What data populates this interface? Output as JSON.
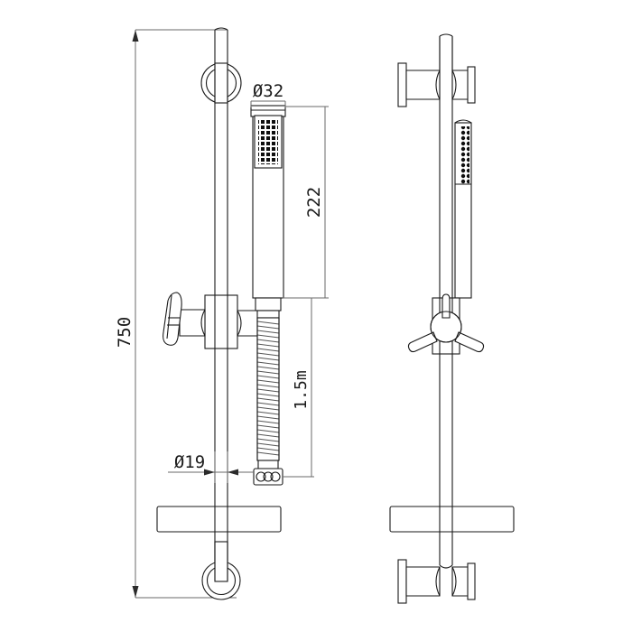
{
  "drawing": {
    "title": "Shower slide rail kit technical drawing",
    "background_color": "#ffffff",
    "line_color": "#1a1a1a",
    "dimension_line_color": "#6a6a6a",
    "views": [
      {
        "name": "front-view",
        "label": ""
      },
      {
        "name": "side-view",
        "label": ""
      }
    ]
  },
  "dimensions": {
    "overall_height": {
      "label": "750",
      "name": "rail-overall-height",
      "orientation": "vertical",
      "units": "mm"
    },
    "handshower_diameter": {
      "label": "Ø32",
      "name": "handshower-head-diameter",
      "orientation": "horizontal",
      "units": "mm"
    },
    "handshower_length": {
      "label": "222",
      "name": "handshower-length",
      "orientation": "vertical",
      "units": "mm"
    },
    "hose_length": {
      "label": "1.5m",
      "name": "hose-length",
      "orientation": "vertical",
      "units": "m"
    },
    "rail_diameter": {
      "label": "Ø19",
      "name": "rail-tube-diameter",
      "orientation": "horizontal",
      "units": "mm"
    }
  },
  "parts": {
    "front_view": [
      {
        "name": "rail-tube",
        "label": "rail tube"
      },
      {
        "name": "top-ring-bracket",
        "label": "top ring bracket"
      },
      {
        "name": "slider-bracket",
        "label": "slider bracket"
      },
      {
        "name": "slider-lever-handle",
        "label": "slider lever handle"
      },
      {
        "name": "handshower",
        "label": "handshower"
      },
      {
        "name": "handshower-spray-face",
        "label": "spray face"
      },
      {
        "name": "shower-hose",
        "label": "flexible hose"
      },
      {
        "name": "hose-elbow-connector",
        "label": "hose elbow connector"
      },
      {
        "name": "soap-shelf-bar",
        "label": "soap shelf bar"
      },
      {
        "name": "bottom-ring-bracket",
        "label": "bottom ring bracket"
      }
    ],
    "side_view": [
      {
        "name": "side-top-wall-bracket",
        "label": "top wall bracket"
      },
      {
        "name": "side-rail-tube",
        "label": "rail tube"
      },
      {
        "name": "side-handshower",
        "label": "handshower"
      },
      {
        "name": "side-cross-handle",
        "label": "cross handle"
      },
      {
        "name": "side-shelf-bar",
        "label": "shelf bar"
      },
      {
        "name": "side-bottom-wall-bracket",
        "label": "bottom wall bracket"
      }
    ]
  }
}
